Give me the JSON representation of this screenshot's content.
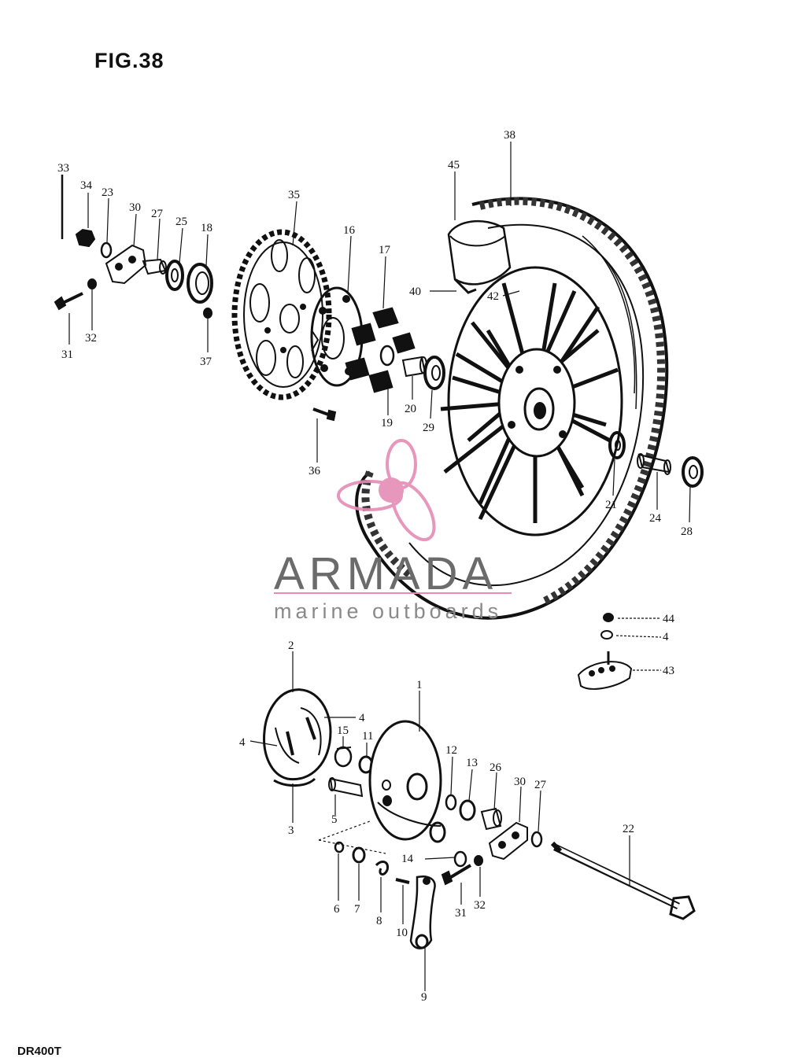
{
  "figure": {
    "title": "FIG.38",
    "model": "DR400T"
  },
  "watermark": {
    "name": "ARMADA",
    "tagline": "marine outboards"
  },
  "colors": {
    "ink": "#111111",
    "watermark_pink": "#e58bb5",
    "watermark_grey": "#6b6b6b"
  },
  "callouts": [
    {
      "id": "c33",
      "label": "33"
    },
    {
      "id": "c34",
      "label": "34"
    },
    {
      "id": "c23a",
      "label": "23"
    },
    {
      "id": "c30a",
      "label": "30"
    },
    {
      "id": "c27a",
      "label": "27"
    },
    {
      "id": "c25",
      "label": "25"
    },
    {
      "id": "c18",
      "label": "18"
    },
    {
      "id": "c31a",
      "label": "31"
    },
    {
      "id": "c32a",
      "label": "32"
    },
    {
      "id": "c37",
      "label": "37"
    },
    {
      "id": "c35",
      "label": "35"
    },
    {
      "id": "c16",
      "label": "16"
    },
    {
      "id": "c17",
      "label": "17"
    },
    {
      "id": "c19",
      "label": "19"
    },
    {
      "id": "c20",
      "label": "20"
    },
    {
      "id": "c29",
      "label": "29"
    },
    {
      "id": "c36",
      "label": "36"
    },
    {
      "id": "c38",
      "label": "38"
    },
    {
      "id": "c45",
      "label": "45"
    },
    {
      "id": "c40",
      "label": "40"
    },
    {
      "id": "c42",
      "label": "42"
    },
    {
      "id": "c21",
      "label": "21"
    },
    {
      "id": "c24",
      "label": "24"
    },
    {
      "id": "c28",
      "label": "28"
    },
    {
      "id": "c44",
      "label": "44"
    },
    {
      "id": "c4a",
      "label": "4"
    },
    {
      "id": "c43",
      "label": "43"
    },
    {
      "id": "c4b",
      "label": "4"
    },
    {
      "id": "c4c",
      "label": "4"
    },
    {
      "id": "c15",
      "label": "15"
    },
    {
      "id": "c11",
      "label": "11"
    },
    {
      "id": "c1",
      "label": "1"
    },
    {
      "id": "c12",
      "label": "12"
    },
    {
      "id": "c13",
      "label": "13"
    },
    {
      "id": "c26",
      "label": "26"
    },
    {
      "id": "c30b",
      "label": "30"
    },
    {
      "id": "c27b",
      "label": "27"
    },
    {
      "id": "c22",
      "label": "22"
    },
    {
      "id": "c5",
      "label": "5"
    },
    {
      "id": "c14",
      "label": "14"
    },
    {
      "id": "c6",
      "label": "6"
    },
    {
      "id": "c7",
      "label": "7"
    },
    {
      "id": "c8",
      "label": "8"
    },
    {
      "id": "c10",
      "label": "10"
    },
    {
      "id": "c31b",
      "label": "31"
    },
    {
      "id": "c32b",
      "label": "32"
    },
    {
      "id": "c9",
      "label": "9"
    },
    {
      "id": "c2",
      "label": "2"
    },
    {
      "id": "c3",
      "label": "3"
    }
  ]
}
